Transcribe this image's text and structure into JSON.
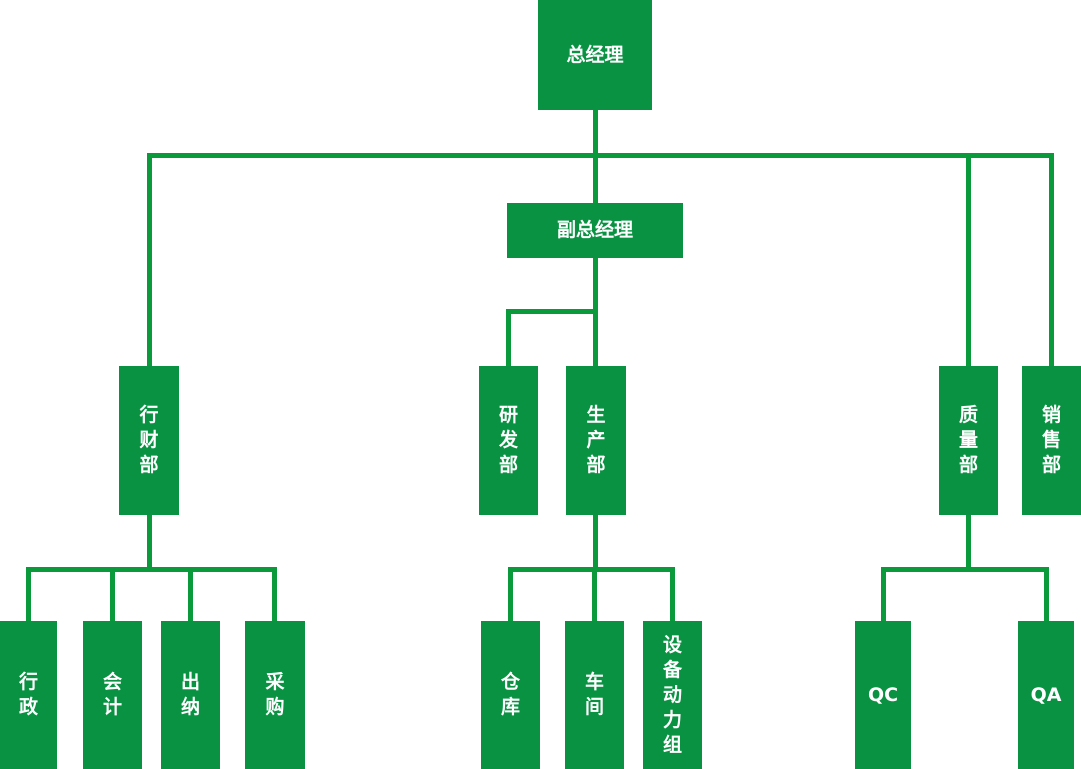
{
  "chart_title": "organization-chart",
  "colors": {
    "node_fill": "#089242",
    "connector": "#0a9a3c",
    "node_text": "#ffffff",
    "background": "#ffffff"
  },
  "nodes": {
    "general_manager": {
      "label": "总经理"
    },
    "deputy_general_manager": {
      "label": "副总经理"
    },
    "admin_finance_dept": {
      "label": "行财部"
    },
    "rd_dept": {
      "label": "研发部"
    },
    "production_dept": {
      "label": "生产部"
    },
    "quality_dept": {
      "label": "质量部"
    },
    "sales_dept": {
      "label": "销售部"
    },
    "admin": {
      "label": "行政"
    },
    "accounting": {
      "label": "会计"
    },
    "cashier": {
      "label": "出纳"
    },
    "purchasing": {
      "label": "采购"
    },
    "warehouse": {
      "label": "仓库"
    },
    "workshop": {
      "label": "车间"
    },
    "equipment_power_group": {
      "label": "设备动力组"
    },
    "qc": {
      "label": "QC"
    },
    "qa": {
      "label": "QA"
    }
  },
  "edges": [
    [
      "general_manager",
      "admin_finance_dept"
    ],
    [
      "general_manager",
      "deputy_general_manager"
    ],
    [
      "general_manager",
      "quality_dept"
    ],
    [
      "general_manager",
      "sales_dept"
    ],
    [
      "deputy_general_manager",
      "rd_dept"
    ],
    [
      "deputy_general_manager",
      "production_dept"
    ],
    [
      "admin_finance_dept",
      "admin"
    ],
    [
      "admin_finance_dept",
      "accounting"
    ],
    [
      "admin_finance_dept",
      "cashier"
    ],
    [
      "admin_finance_dept",
      "purchasing"
    ],
    [
      "production_dept",
      "warehouse"
    ],
    [
      "production_dept",
      "workshop"
    ],
    [
      "production_dept",
      "equipment_power_group"
    ],
    [
      "quality_dept",
      "qc"
    ],
    [
      "quality_dept",
      "qa"
    ]
  ]
}
